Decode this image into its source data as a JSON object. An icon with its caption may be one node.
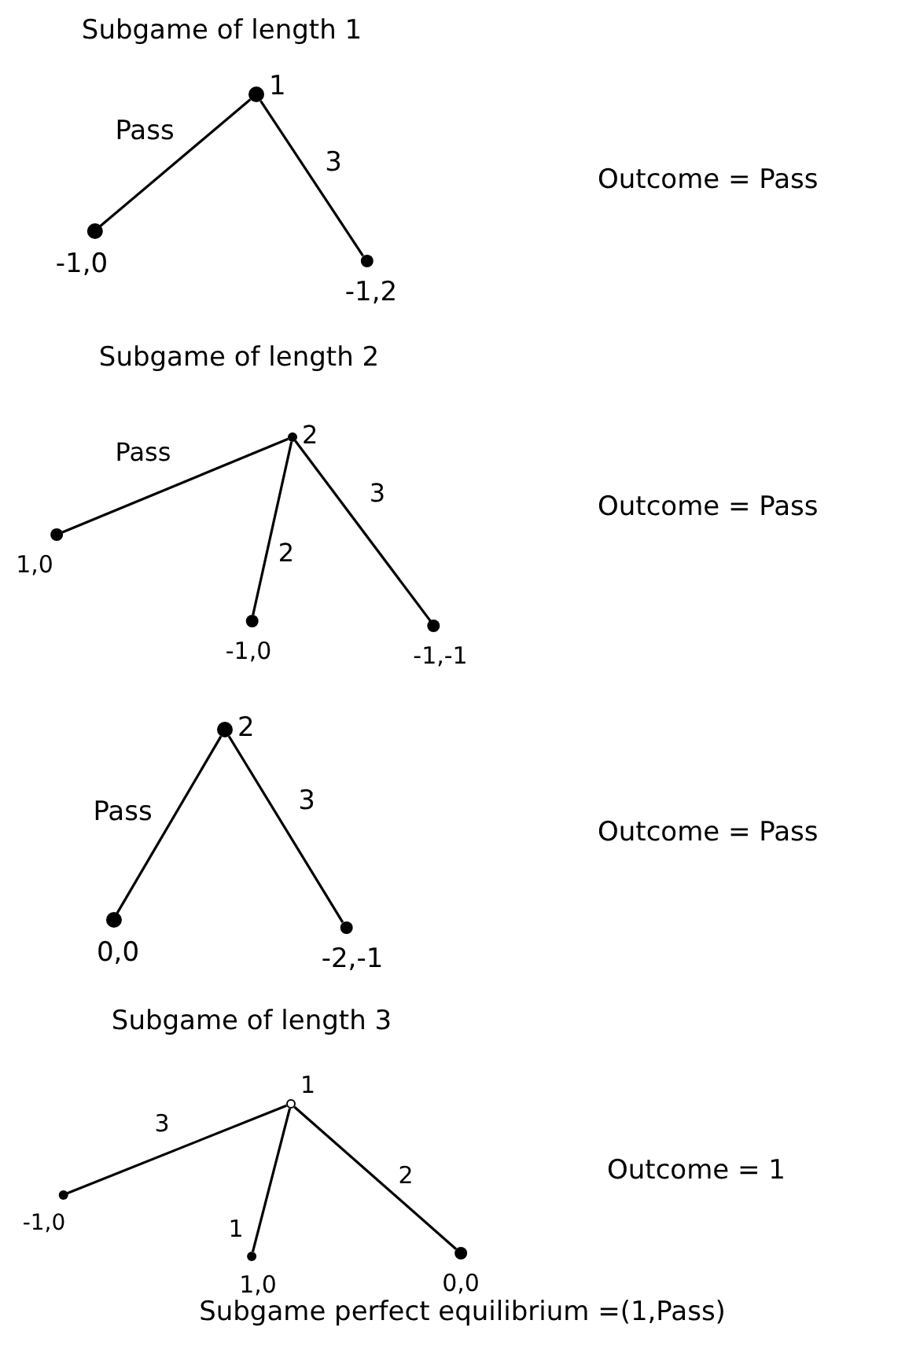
{
  "diagram": {
    "nodes": [
      {
        "text": [
          "1"
        ]
      },
      {
        "text": [
          "-1,0"
        ]
      },
      {
        "text": [
          "-1,2"
        ]
      },
      {
        "text": [
          "2"
        ]
      },
      {
        "text": [
          "1,0"
        ]
      },
      {
        "text": [
          "-1,0"
        ]
      },
      {
        "text": [
          "-1,-1"
        ]
      },
      {
        "text": [
          "2"
        ]
      },
      {
        "text": [
          "0,0"
        ]
      },
      {
        "text": [
          "-2,-1"
        ]
      },
      {
        "text": [
          "1"
        ]
      },
      {
        "text": [
          "-1,0"
        ]
      },
      {
        "text": [
          "1,0"
        ]
      },
      {
        "text": [
          "0,0"
        ]
      }
    ],
    "edges": [
      {
        "from": 0,
        "to": 1,
        "arrow": "none",
        "label": "Pass"
      },
      {
        "from": 0,
        "to": 2,
        "arrow": "none",
        "label": "3"
      },
      {
        "from": 3,
        "to": 4,
        "arrow": "none",
        "label": "Pass"
      },
      {
        "from": 3,
        "to": 5,
        "arrow": "none",
        "label": "2"
      },
      {
        "from": 3,
        "to": 6,
        "arrow": "none",
        "label": "3"
      },
      {
        "from": 7,
        "to": 8,
        "arrow": "none",
        "label": "Pass"
      },
      {
        "from": 7,
        "to": 9,
        "arrow": "none",
        "label": "3"
      },
      {
        "from": 10,
        "to": 11,
        "arrow": "none",
        "label": "3"
      },
      {
        "from": 10,
        "to": 12,
        "arrow": "none",
        "label": "1"
      },
      {
        "from": 10,
        "to": 13,
        "arrow": "none",
        "label": "2"
      }
    ],
    "labels": [
      "Subgame of length 1",
      "Outcome = Pass",
      "Subgame of length 2",
      "Outcome = Pass",
      "Outcome = Pass",
      "Subgame of length 3",
      "Outcome = 1",
      "Subgame perfect equilibrium =(1,Pass)"
    ]
  }
}
